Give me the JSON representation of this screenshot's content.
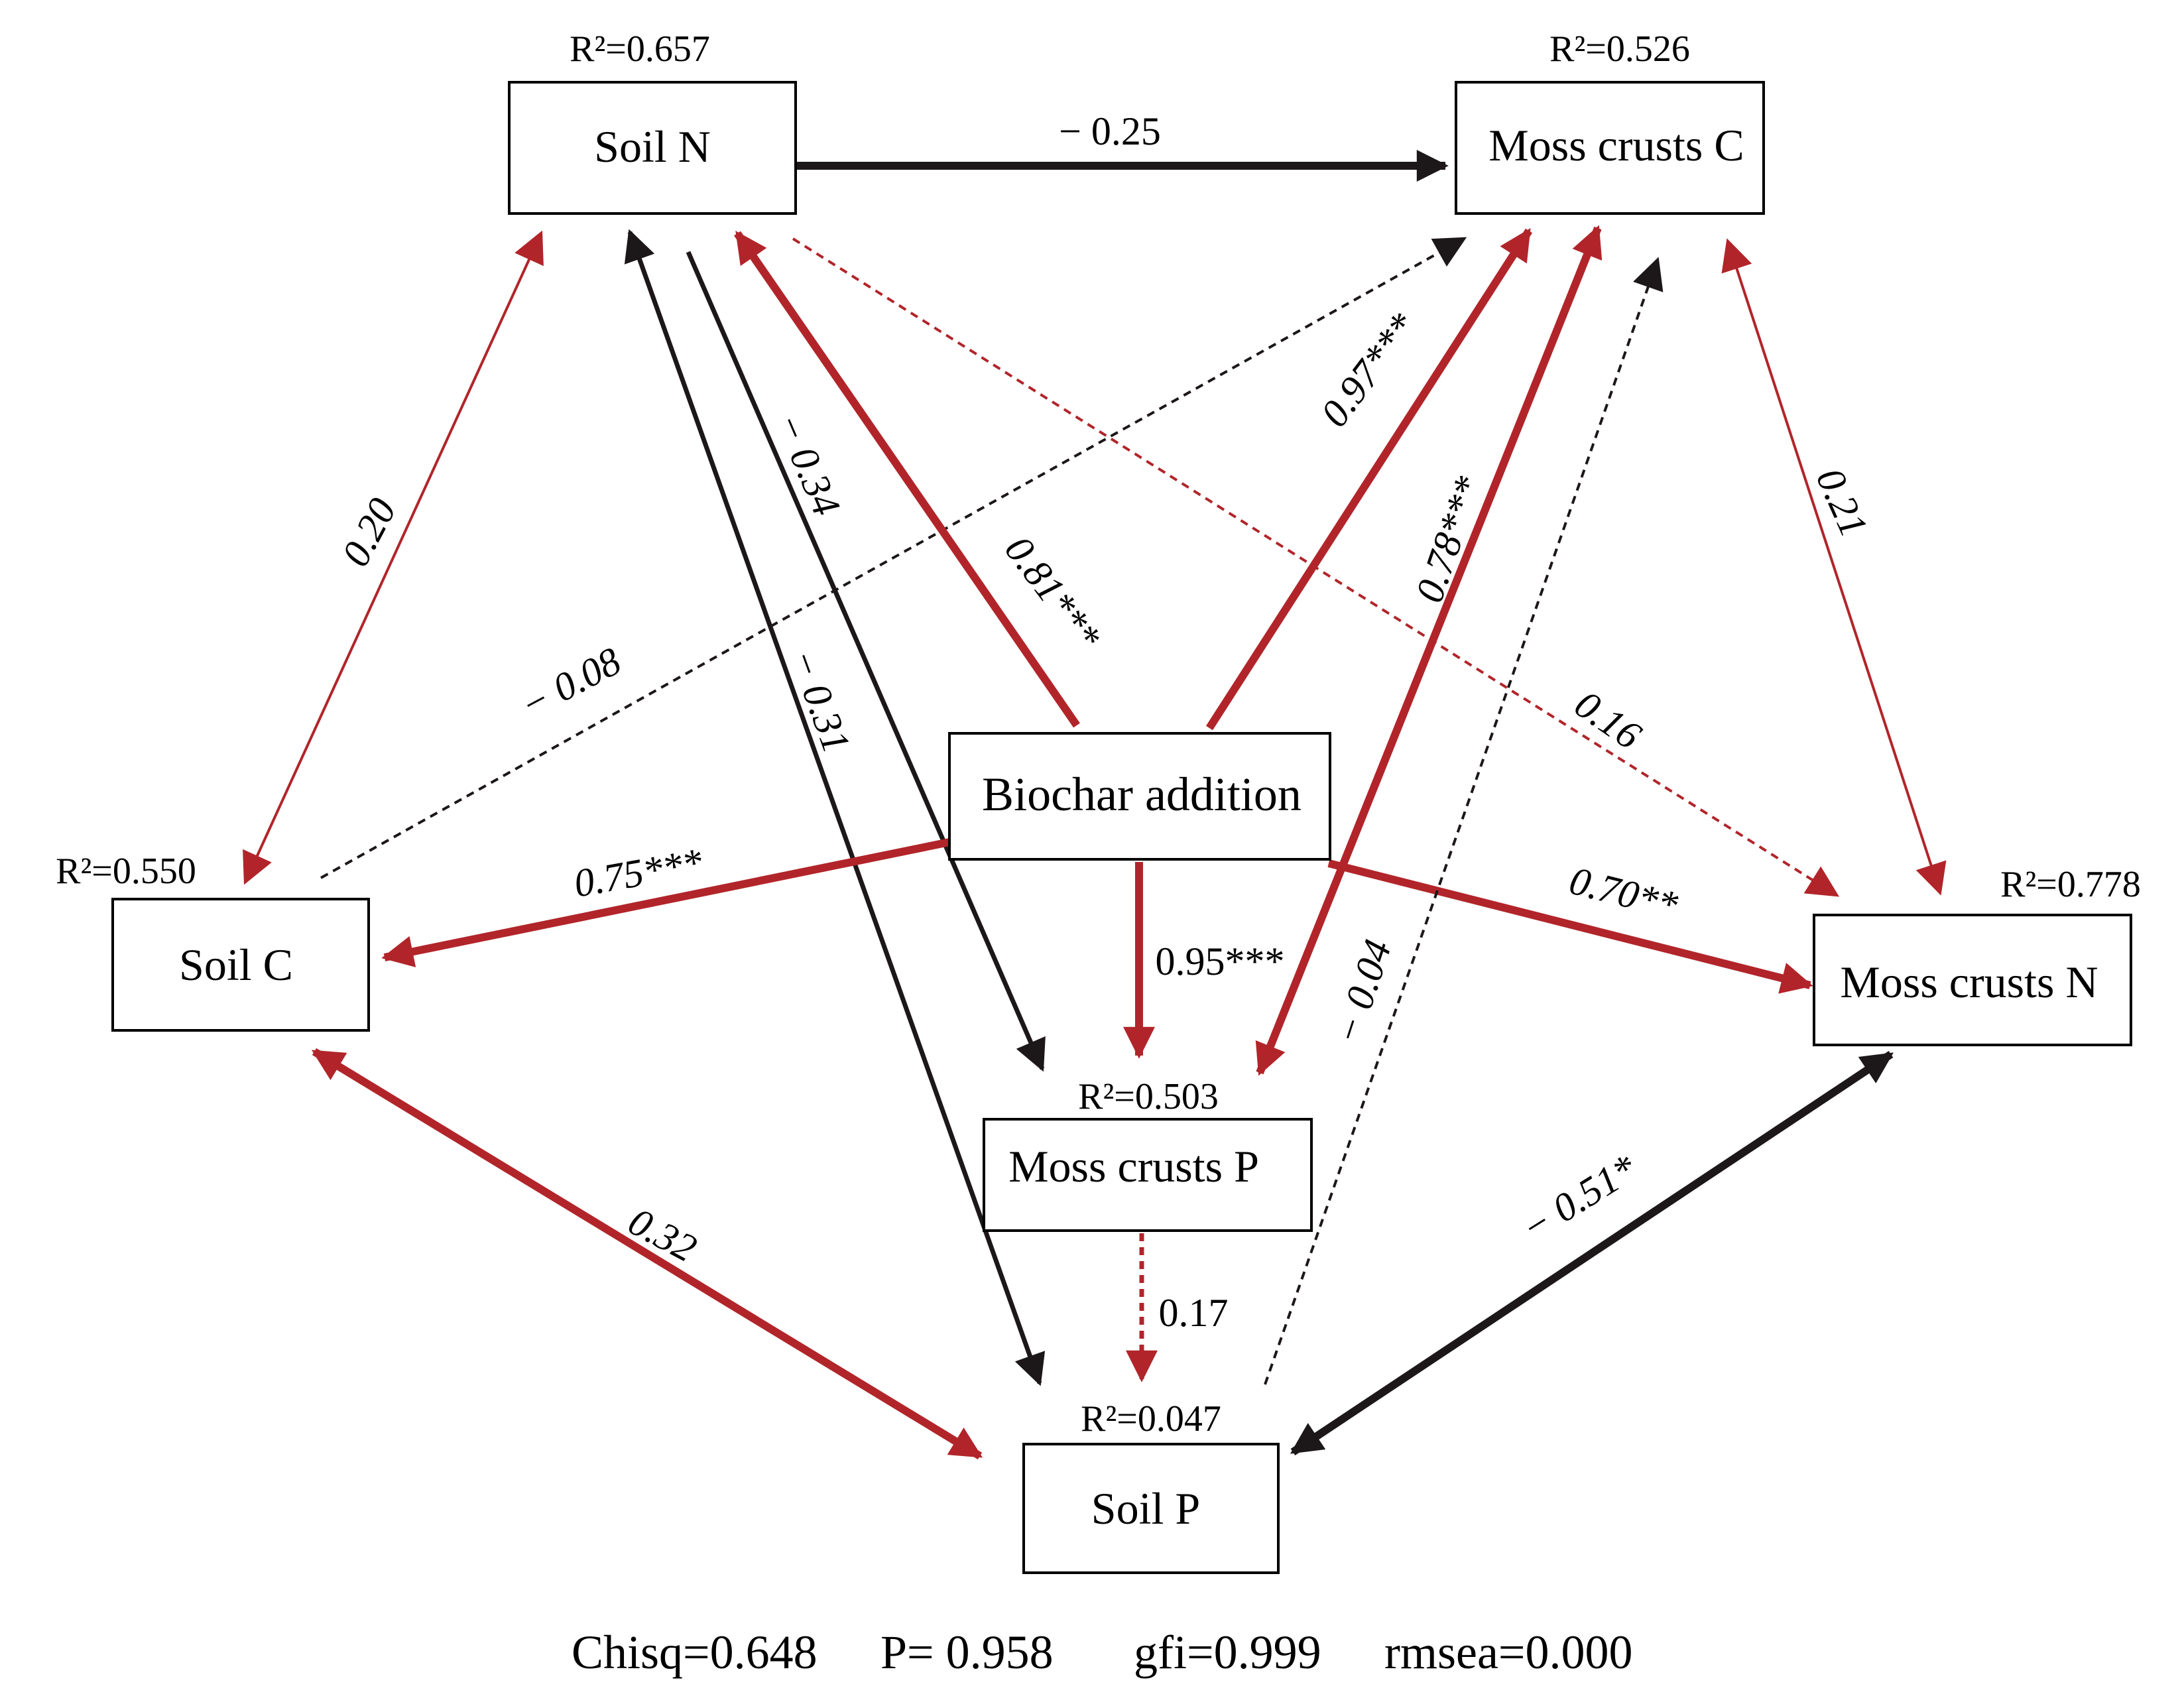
{
  "colors": {
    "positive": "#b1252a",
    "negative": "#1c1718",
    "box_stroke": "#000000"
  },
  "nodes": {
    "soil_n": {
      "label": "Soil N",
      "r2": "R²=0.657"
    },
    "moss_c": {
      "label": "Moss crusts C",
      "r2": "R²=0.526"
    },
    "soil_c": {
      "label": "Soil C",
      "r2": "R²=0.550"
    },
    "biochar": {
      "label": "Biochar addition"
    },
    "moss_n": {
      "label": "Moss crusts N",
      "r2": "R²=0.778"
    },
    "moss_p": {
      "label": "Moss crusts P",
      "r2": "R²=0.503"
    },
    "soil_p": {
      "label": "Soil P",
      "r2": "R²=0.047"
    }
  },
  "paths": [
    {
      "id": "soiln-mossc",
      "label": "− 0.25",
      "sign": "negative",
      "style": "solid",
      "weight": "bold",
      "double_headed": false
    },
    {
      "id": "soiln-soilc",
      "label": "0.20",
      "sign": "positive",
      "style": "solid",
      "weight": "thin",
      "double_headed": true
    },
    {
      "id": "soilc-mossc",
      "label": "− 0.08",
      "sign": "negative",
      "style": "dashed",
      "weight": "thin",
      "double_headed": false
    },
    {
      "id": "soiln-mossp",
      "label": "− 0.34",
      "sign": "negative",
      "style": "solid",
      "weight": "medium",
      "double_headed": false
    },
    {
      "id": "soilp-soiln",
      "label": "− 0.31",
      "sign": "negative",
      "style": "solid",
      "weight": "medium",
      "double_headed": true
    },
    {
      "id": "biochar-soiln",
      "label": "0.81***",
      "sign": "positive",
      "style": "solid",
      "weight": "bold",
      "double_headed": false
    },
    {
      "id": "biochar-mossc",
      "label": "0.97***",
      "sign": "positive",
      "style": "solid",
      "weight": "bold",
      "double_headed": false
    },
    {
      "id": "mossc-mossp",
      "label": "0.78***",
      "sign": "positive",
      "style": "solid",
      "weight": "bold",
      "double_headed": true
    },
    {
      "id": "soiln-mossn",
      "label": "0.16",
      "sign": "positive",
      "style": "dashed",
      "weight": "thin",
      "double_headed": false
    },
    {
      "id": "mossc-mossn",
      "label": "0.21",
      "sign": "positive",
      "style": "solid",
      "weight": "thin",
      "double_headed": true
    },
    {
      "id": "biochar-soilc",
      "label": "0.75***",
      "sign": "positive",
      "style": "solid",
      "weight": "bold",
      "double_headed": false
    },
    {
      "id": "biochar-mossn",
      "label": "0.70**",
      "sign": "positive",
      "style": "solid",
      "weight": "bold",
      "double_headed": false
    },
    {
      "id": "biochar-mossp",
      "label": "0.95***",
      "sign": "positive",
      "style": "solid",
      "weight": "bold",
      "double_headed": false
    },
    {
      "id": "soilp-mossc",
      "label": "− 0.04",
      "sign": "negative",
      "style": "dashed",
      "weight": "thin",
      "double_headed": false
    },
    {
      "id": "soilc-soilp",
      "label": "0.32",
      "sign": "positive",
      "style": "solid",
      "weight": "bold",
      "double_headed": true
    },
    {
      "id": "soilp-mossn",
      "label": "− 0.51*",
      "sign": "negative",
      "style": "solid",
      "weight": "bold",
      "double_headed": true
    },
    {
      "id": "mossp-soilp",
      "label": "0.17",
      "sign": "positive",
      "style": "dashed",
      "weight": "medium",
      "double_headed": false
    }
  ],
  "fit_stats": {
    "chisq": "Chisq=0.648",
    "p": "P= 0.958",
    "gfi": "gfi=0.999",
    "rmsea": "rmsea=0.000"
  }
}
